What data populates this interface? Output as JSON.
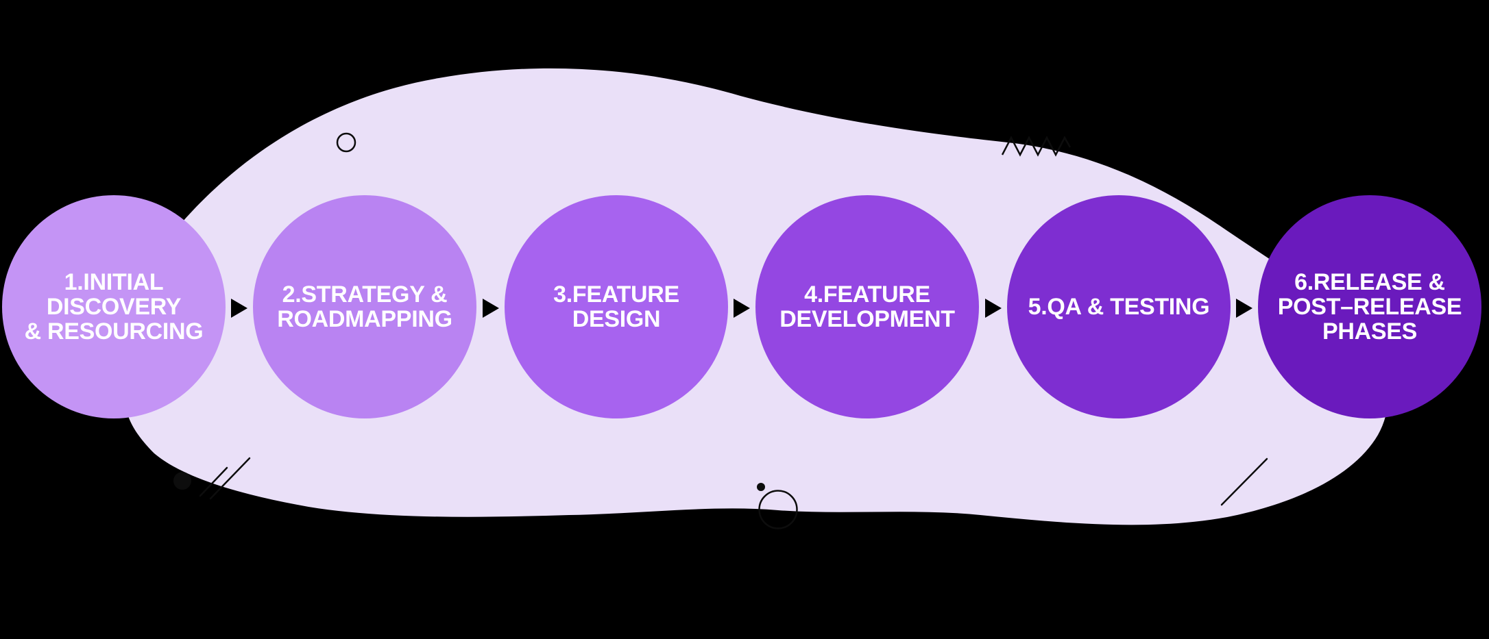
{
  "canvas": {
    "background_color": "#000000",
    "blob_color": "#eae0f8",
    "doodle_color": "#0d0d0d",
    "arrow_color": "#000000",
    "label_color": "#ffffff"
  },
  "steps": [
    {
      "label": "1.INITIAL\nDISCOVERY\n& RESOURCING",
      "color": "#c494f5"
    },
    {
      "label": "2.STRATEGY &\nROADMAPPING",
      "color": "#b983f2"
    },
    {
      "label": "3.FEATURE\nDESIGN",
      "color": "#a763ef"
    },
    {
      "label": "4.FEATURE\nDEVELOPMENT",
      "color": "#9447e2"
    },
    {
      "label": "5.QA & TESTING",
      "color": "#7e2ed1"
    },
    {
      "label": "6.RELEASE &\nPOST–RELEASE\nPHASES",
      "color": "#6a1abd"
    }
  ]
}
